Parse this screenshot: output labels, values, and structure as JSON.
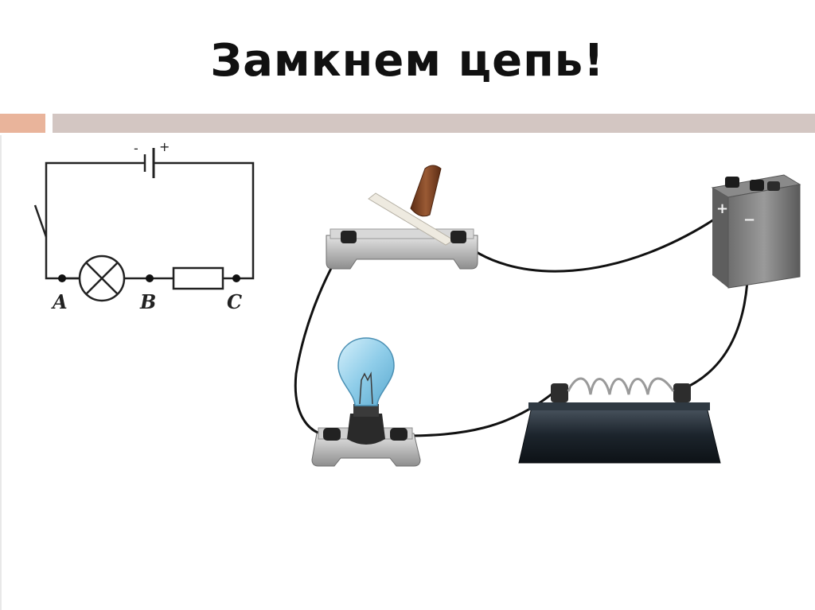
{
  "slide": {
    "title": "Замкнем цепь!"
  },
  "schematic": {
    "battery_minus": "-",
    "battery_plus": "+",
    "point_a": "A",
    "point_b": "B",
    "point_c": "C"
  },
  "apparatus": {
    "battery_plus": "+",
    "battery_minus": "−"
  },
  "colors": {
    "accent": "#e9b49b",
    "divider": "#d3c6c2",
    "wire": "#111111",
    "bulb_glass": "#8fcde9",
    "switch_handle": "#7a3f22"
  }
}
